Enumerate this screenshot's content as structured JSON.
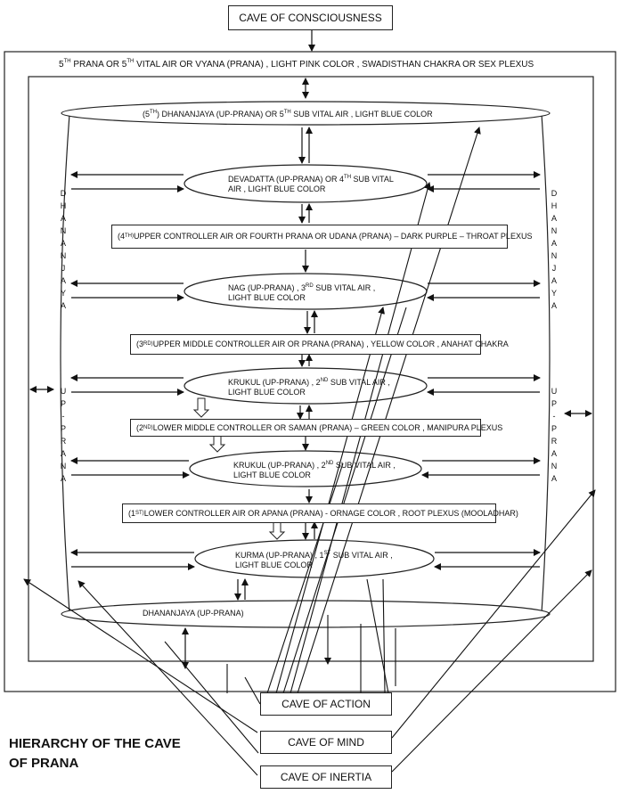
{
  "top_cave": "CAVE OF CONSCIOUSNESS",
  "outer_label": {
    "p1": "5",
    "p1sup": "TH",
    "p2": " PRANA OR  5",
    "p2sup": "TH",
    "p3": " VITAL AIR  OR VYANA (PRANA)  , LIGHT PINK COLOR , SWADISTHAN CHAKRA OR SEX PLEXUS"
  },
  "top_ellipse": {
    "p1": "(5",
    "p1sup": "TH",
    "p2": ")       DHANANJAYA  (UP-PRANA)  OR  5",
    "p2sup": "TH",
    "p3": " SUB VITAL AIR  , LIGHT BLUE COLOR"
  },
  "devadatta": {
    "line1a": "DEVADATTA  (UP-PRANA)  OR 4",
    "line1sup": "TH",
    "line1b": " SUB VITAL",
    "line2": "AIR  , LIGHT BLUE COLOR"
  },
  "box4": {
    "p1": "(4",
    "p1sup": "TH)",
    "p2": " UPPER CONTROLLER AIR OR FOURTH PRANA OR UDANA (PRANA) – DARK PURPLE – THROAT PLEXUS"
  },
  "nag": {
    "line1a": "NAG (UP-PRANA) , 3",
    "line1sup": "RD",
    "line1b": " SUB VITAL AIR  ,",
    "line2": "LIGHT BLUE COLOR"
  },
  "box3": {
    "p1": "(3",
    "p1sup": "RD)",
    "p2": " UPPER MIDDLE CONTROLLER AIR  OR PRANA (PRANA)  , YELLOW COLOR , ANAHAT CHAKRA"
  },
  "krukul1": {
    "line1a": "KRUKUL (UP-PRANA) , 2",
    "line1sup": "ND",
    "line1b": "  SUB VITAL AIR  ,",
    "line2": "LIGHT BLUE COLOR"
  },
  "box2": {
    "p1": "(2",
    "p1sup": "ND)",
    "p2": "  LOWER MIDDLE CONTROLLER OR SAMAN (PRANA) – GREEN COLOR , MANIPURA PLEXUS"
  },
  "krukul2": {
    "line1a": "KRUKUL (UP-PRANA) , 2",
    "line1sup": "ND",
    "line1b": "  SUB VITAL AIR  ,",
    "line2": "LIGHT BLUE COLOR"
  },
  "box1": {
    "p1": "(1",
    "p1sup": "ST)",
    "p2": " LOWER CONTROLLER AIR OR APANA (PRANA)  - ORNAGE COLOR , ROOT PLEXUS (MOOLADHAR)"
  },
  "kurma": {
    "line1a": "KURMA (UP-PRANA) , 1",
    "line1sup": "ST",
    "line1b": "  SUB VITAL AIR  ,",
    "line2": "LIGHT BLUE COLOR"
  },
  "bottom_ellipse": "DHANANJAYA  (UP-PRANA)",
  "side_left": "D\nH\nA\nN\nA\nN\nJ\nA\nY\nA",
  "side_left_b": "U\nP\n-\nP\nR\nA\nN\nA",
  "side_right": "D\nH\nA\nN\nA\nN\nJ\nA\nY\nA",
  "side_right_b": "U\nP\n-\nP\nR\nA\nN\nA",
  "cave_action": "CAVE OF ACTION",
  "cave_mind": "CAVE OF MIND",
  "cave_inertia": "CAVE OF INERTIA",
  "title": "HIERARCHY OF THE CAVE OF PRANA",
  "title_line1": "HIERARCHY OF THE CAVE",
  "title_line2": "OF PRANA"
}
